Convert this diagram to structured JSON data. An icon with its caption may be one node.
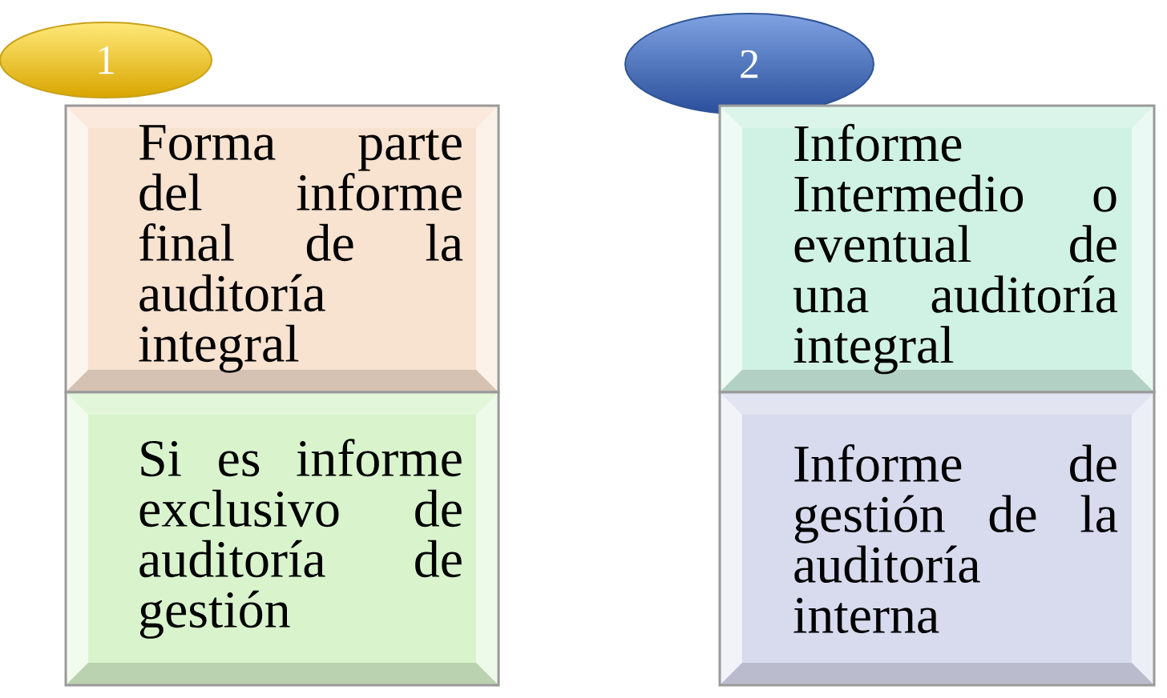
{
  "diagram": {
    "nodes": [
      {
        "text": [
          "1"
        ]
      },
      {
        "text": [
          "Forma parte del informe final de la auditoría integral"
        ]
      },
      {
        "text": [
          "Si es informe exclusivo de auditoría de gestión"
        ]
      },
      {
        "text": [
          "2"
        ]
      },
      {
        "text": [
          "Informe Intermedio o eventual de una auditoría integral"
        ]
      },
      {
        "text": [
          "Informe de gestión de la auditoría interna"
        ]
      }
    ]
  }
}
